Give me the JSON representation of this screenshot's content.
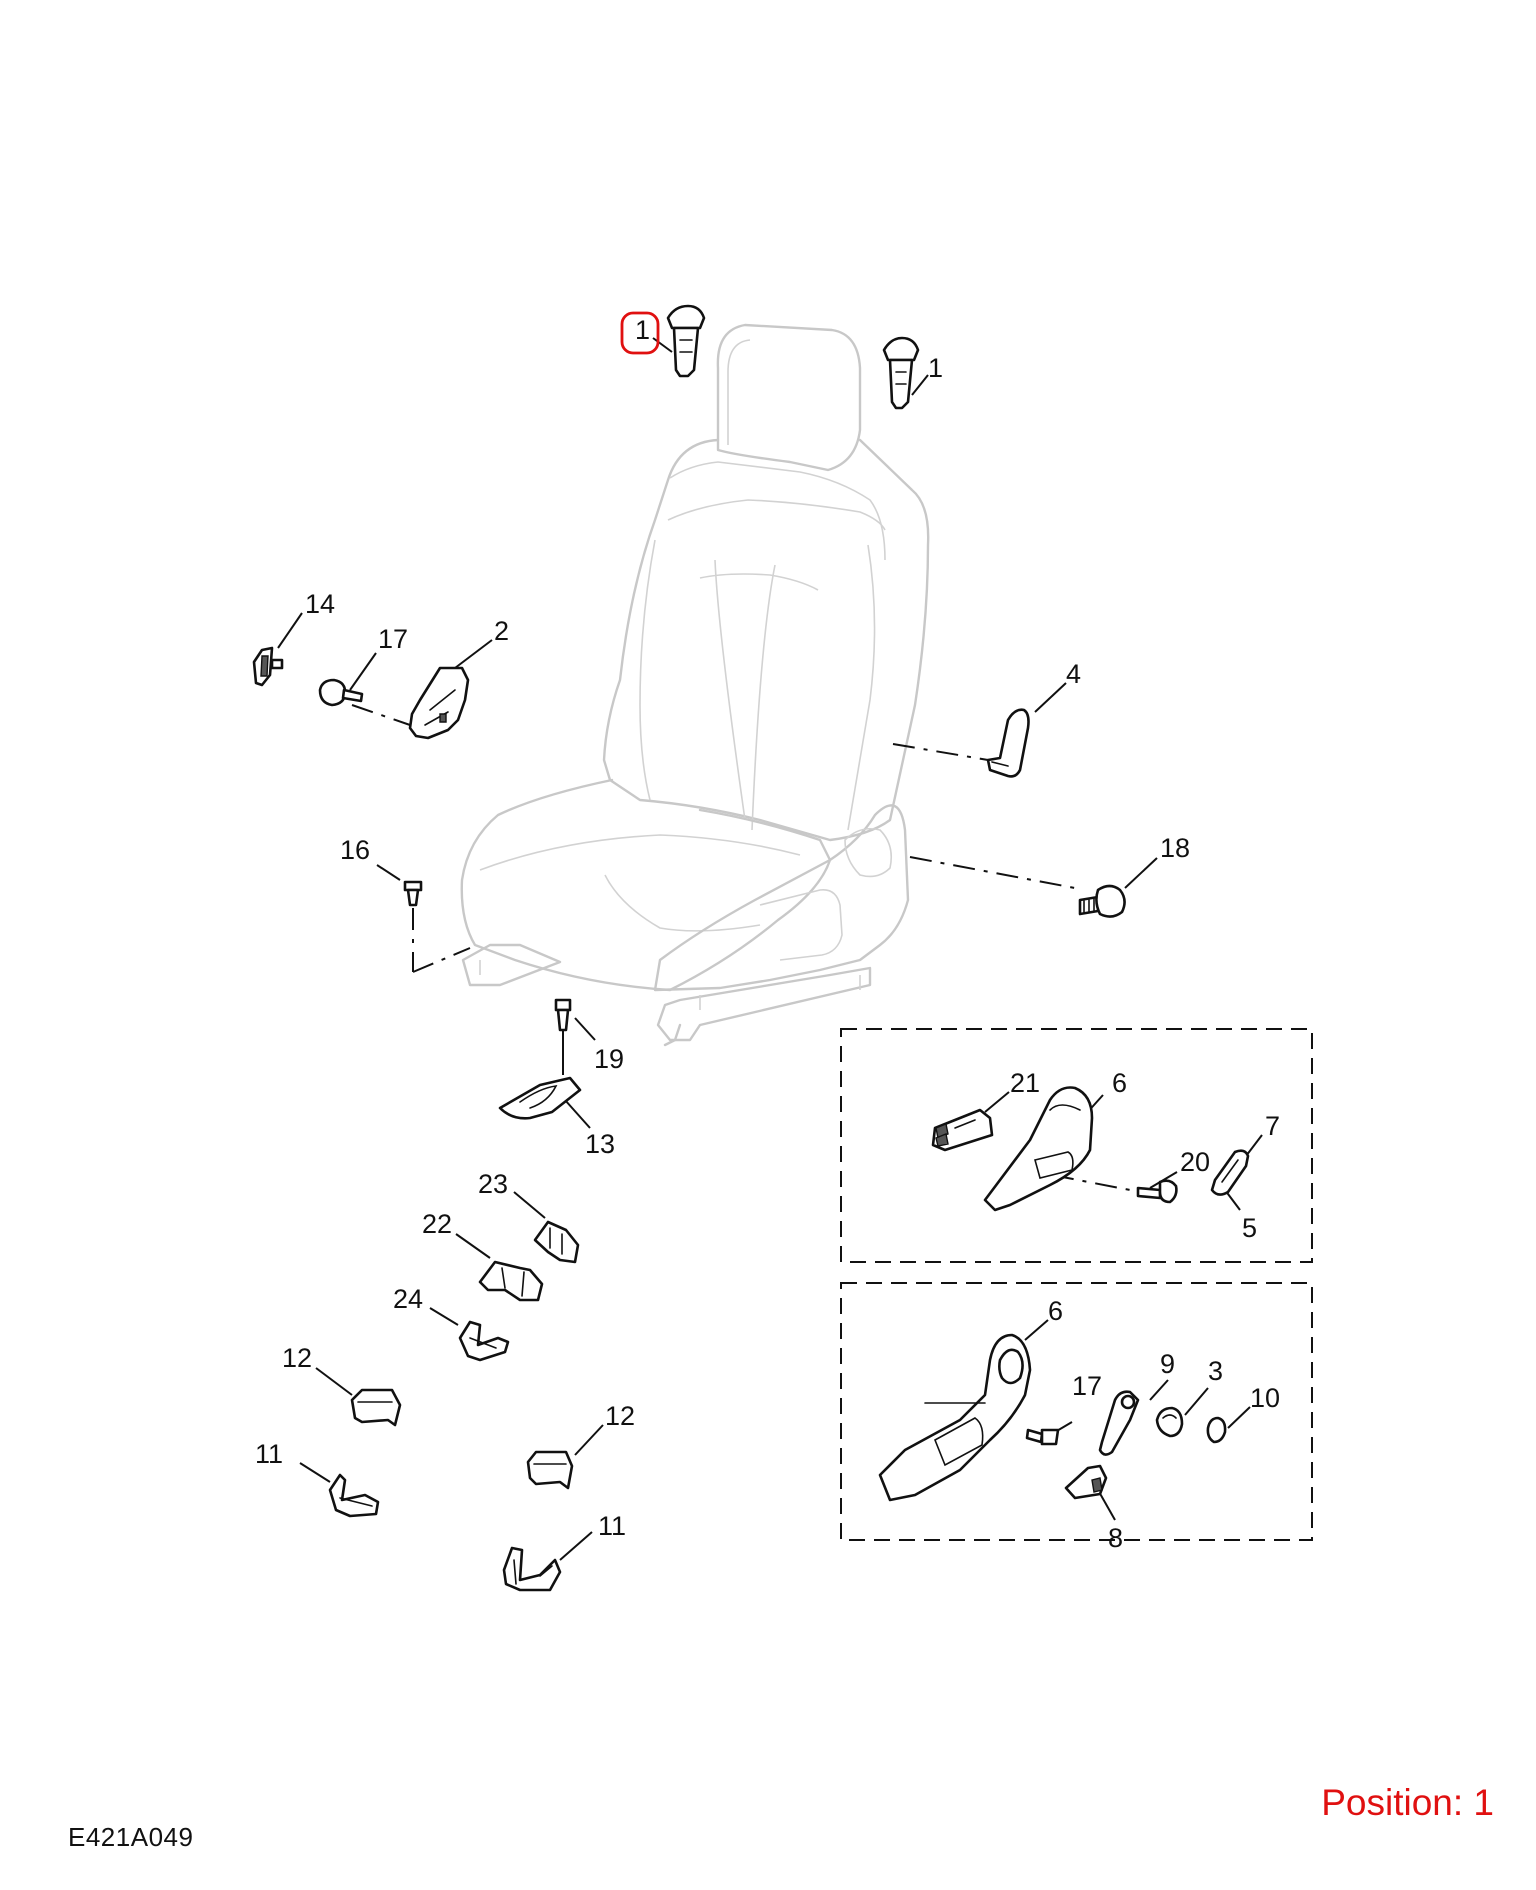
{
  "diagram": {
    "code": "E421A049",
    "position_label": "Position: 1",
    "highlighted_callout": "1",
    "callouts": {
      "c1a": "1",
      "c1b": "1",
      "c2": "2",
      "c3": "3",
      "c4": "4",
      "c5": "5",
      "c6a": "6",
      "c6b": "6",
      "c7": "7",
      "c8": "8",
      "c9": "9",
      "c10": "10",
      "c11a": "11",
      "c11b": "11",
      "c12a": "12",
      "c12b": "12",
      "c13": "13",
      "c14": "14",
      "c16": "16",
      "c17a": "17",
      "c17b": "17",
      "c18": "18",
      "c19": "19",
      "c20": "20",
      "c21": "21",
      "c22": "22",
      "c23": "23",
      "c24": "24"
    },
    "colors": {
      "parts": "#111111",
      "seat_outline": "#c8c8c8",
      "highlight": "#e01010"
    },
    "icons": {
      "seat": "seat-outline-icon",
      "bolt": "bolt-icon",
      "clip": "clip-icon",
      "trim": "trim-panel-icon"
    }
  }
}
